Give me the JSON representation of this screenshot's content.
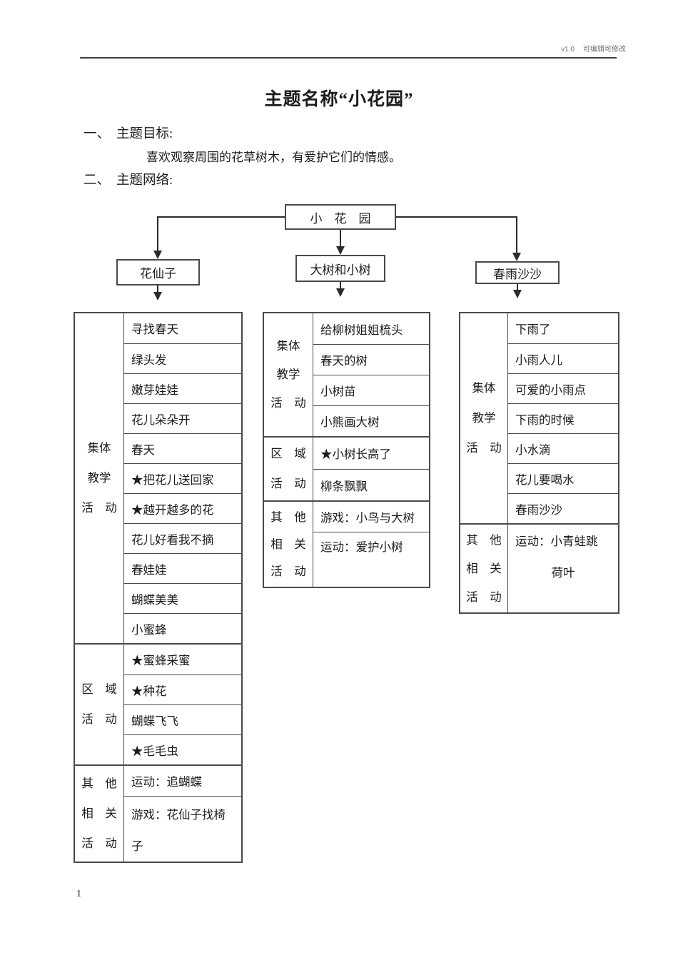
{
  "header": {
    "version": "v1.0",
    "note": "可编辑可修改"
  },
  "title": "主题名称“小花园”",
  "sections": {
    "s1_marker": "一、",
    "s1_title": "主题目标:",
    "s1_body": "喜欢观察周围的花草树木，有爱护它们的情感。",
    "s2_marker": "二、",
    "s2_title": "主题网络:"
  },
  "diagram": {
    "root": "小　花　园",
    "children": [
      "花仙子",
      "大树和小树",
      "春雨沙沙"
    ]
  },
  "tables": {
    "left": {
      "groups": [
        {
          "label_lines": [
            "集体",
            "教学",
            "活　动"
          ],
          "rows": [
            "寻找春天",
            "绿头发",
            "嫩芽娃娃",
            "花儿朵朵开",
            "春天",
            "★把花儿送回家",
            "★越开越多的花",
            "花儿好看我不摘",
            "春娃娃",
            "蝴蝶美美",
            "小蜜蜂"
          ]
        },
        {
          "label_lines": [
            "区　域",
            "活　动"
          ],
          "rows": [
            "★蜜蜂采蜜",
            "★种花",
            "蝴蝶飞飞",
            "★毛毛虫"
          ]
        },
        {
          "label_lines": [
            "其　他",
            "相　关",
            "活　动"
          ],
          "rows": [
            "运动：追蝴蝶"
          ],
          "wrap_row": [
            "游戏：花仙子找椅",
            "子"
          ]
        }
      ]
    },
    "middle": {
      "groups": [
        {
          "label_lines": [
            "集体",
            "教学",
            "活　动"
          ],
          "rows": [
            "给柳树姐姐梳头",
            "春天的树",
            "小树苗",
            "小熊画大树"
          ]
        },
        {
          "label_lines": [
            "区　域",
            "活　动"
          ],
          "rows": [
            "★小树长高了",
            "柳条飘飘"
          ]
        },
        {
          "label_lines": [
            "其　他",
            "相　关",
            "活　动"
          ],
          "rows": [
            "游戏：小鸟与大树",
            "运动：爱护小树"
          ]
        }
      ]
    },
    "right": {
      "groups": [
        {
          "label_lines": [
            "集体",
            "教学",
            "活　动"
          ],
          "rows": [
            "下雨了",
            "小雨人儿",
            "可爱的小雨点",
            "下雨的时候",
            "小水滴",
            "花儿要喝水",
            "春雨沙沙"
          ]
        },
        {
          "label_lines": [
            "其　他",
            "相　关",
            "活　动"
          ],
          "wrap_row": [
            "运动：小青蛙跳",
            "荷叶"
          ]
        }
      ]
    }
  },
  "footer": {
    "page_number": "1"
  }
}
